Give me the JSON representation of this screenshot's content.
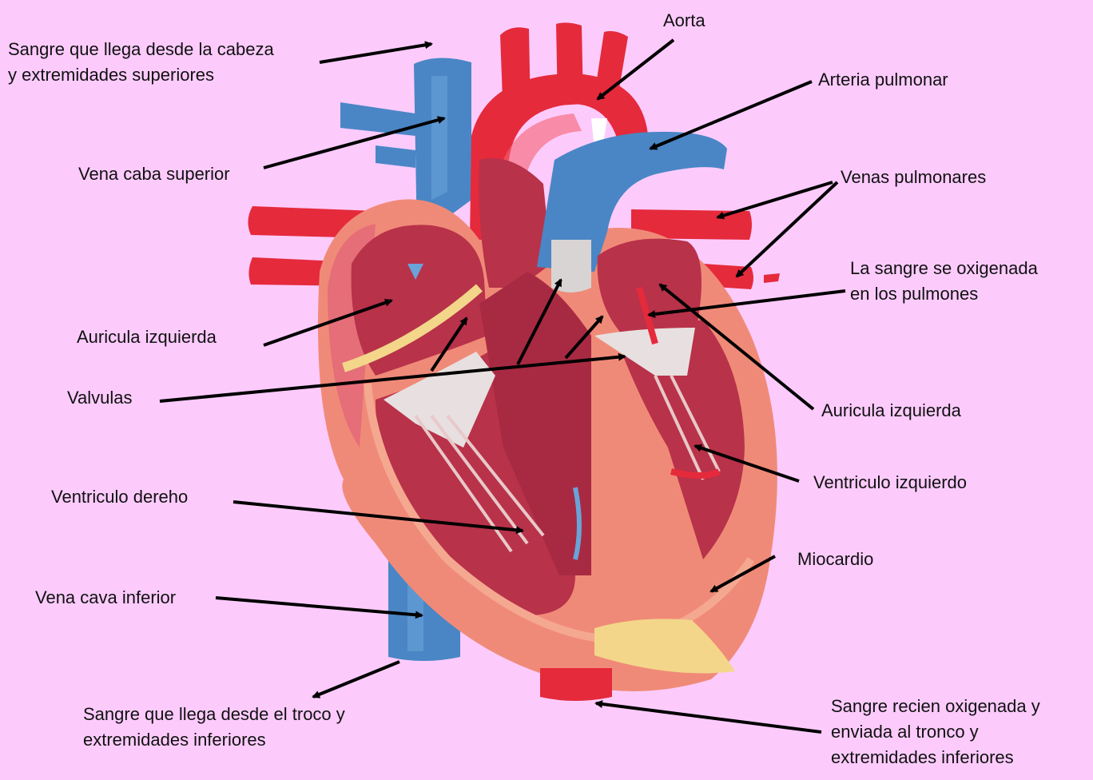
{
  "colors": {
    "background": "#fccbfc",
    "vein_blue": "#4a86c5",
    "artery_red": "#e52a3c",
    "heart_wall": "#f08a78",
    "chamber": "#b8324a",
    "valve": "#e8e0e0",
    "fat": "#f3d68a",
    "arrow": "#000000"
  },
  "labels": {
    "sangre_cabeza": [
      "Sangre que llega desde la cabeza",
      "y extremidades superiores"
    ],
    "aorta": [
      "Aorta"
    ],
    "arteria_pulmonar": [
      "Arteria pulmonar"
    ],
    "vena_caba_superior": [
      "Vena caba superior"
    ],
    "venas_pulmonares": [
      "Venas pulmonares"
    ],
    "sangre_oxigenada_pulmones": [
      "La sangre se oxigenada",
      "en los pulmones"
    ],
    "auricula_izquierda_left": [
      "Auricula izquierda"
    ],
    "valvulas": [
      "Valvulas"
    ],
    "auricula_izquierda_right": [
      "Auricula izquierda"
    ],
    "ventriculo_izquierdo": [
      "Ventriculo izquierdo"
    ],
    "ventriculo_derecho": [
      "Ventriculo dereho"
    ],
    "miocardio": [
      "Miocardio"
    ],
    "vena_cava_inferior": [
      "Vena cava inferior"
    ],
    "sangre_tronco": [
      "Sangre que llega desde el troco y",
      "extremidades inferiores"
    ],
    "sangre_recien_oxigenada": [
      "Sangre recien oxigenada y",
      "enviada al tronco y",
      "extremidades inferiores"
    ]
  }
}
